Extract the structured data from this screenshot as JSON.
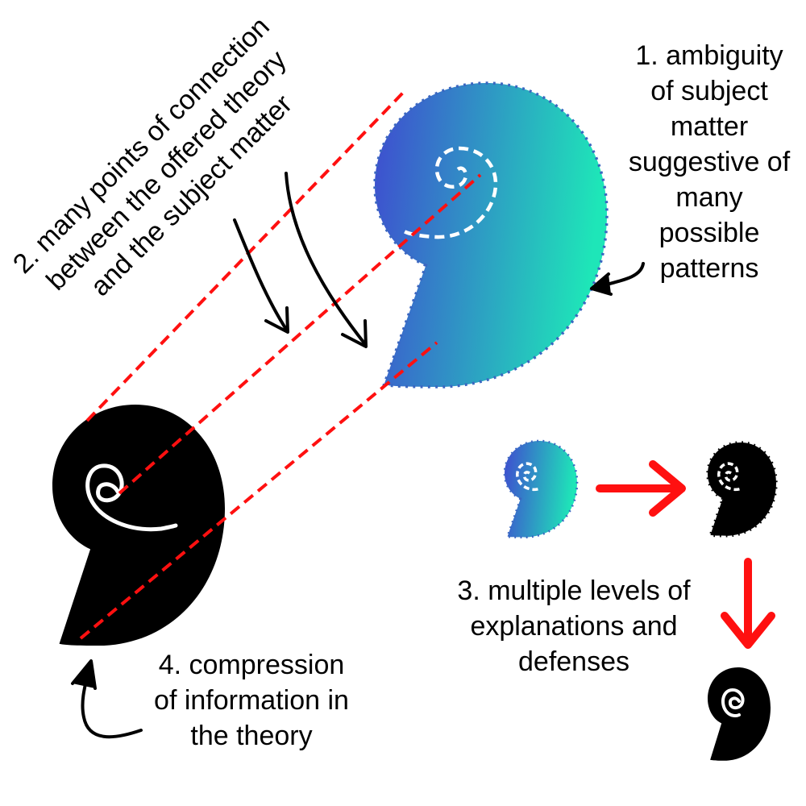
{
  "diagram": {
    "colors": {
      "gradient_start": "#3f4bd0",
      "gradient_end": "#1ee6b8",
      "connector": "#ff1010",
      "shell_dark": "#000000",
      "annotation": "#000000"
    },
    "labels": {
      "ambiguity": [
        "1. ambiguity",
        "of subject",
        "matter",
        "suggestive of",
        "many",
        "possible",
        "patterns"
      ],
      "connection": [
        "2. many points of connection",
        "between the offered theory",
        "and the subject matter"
      ],
      "levels": [
        "3. multiple levels of",
        "explanations and",
        "defenses"
      ],
      "compression": [
        "4. compression",
        "of information in",
        "the theory"
      ]
    },
    "nodes": [
      {
        "id": "subject-matter",
        "label": "subject matter shell (gradient, dotted outline)"
      },
      {
        "id": "theory",
        "label": "theory shell (black, solid)"
      },
      {
        "id": "small-subject",
        "label": "small gradient shell"
      },
      {
        "id": "small-theory-dotted",
        "label": "small black dotted shell"
      },
      {
        "id": "small-theory",
        "label": "small black shell"
      }
    ],
    "edges": [
      {
        "from": "theory",
        "to": "subject-matter",
        "style": "dashed-red",
        "count": 3
      },
      {
        "from": "small-subject",
        "to": "small-theory-dotted",
        "style": "red-arrow"
      },
      {
        "from": "small-theory-dotted",
        "to": "small-theory",
        "style": "red-arrow"
      }
    ]
  }
}
